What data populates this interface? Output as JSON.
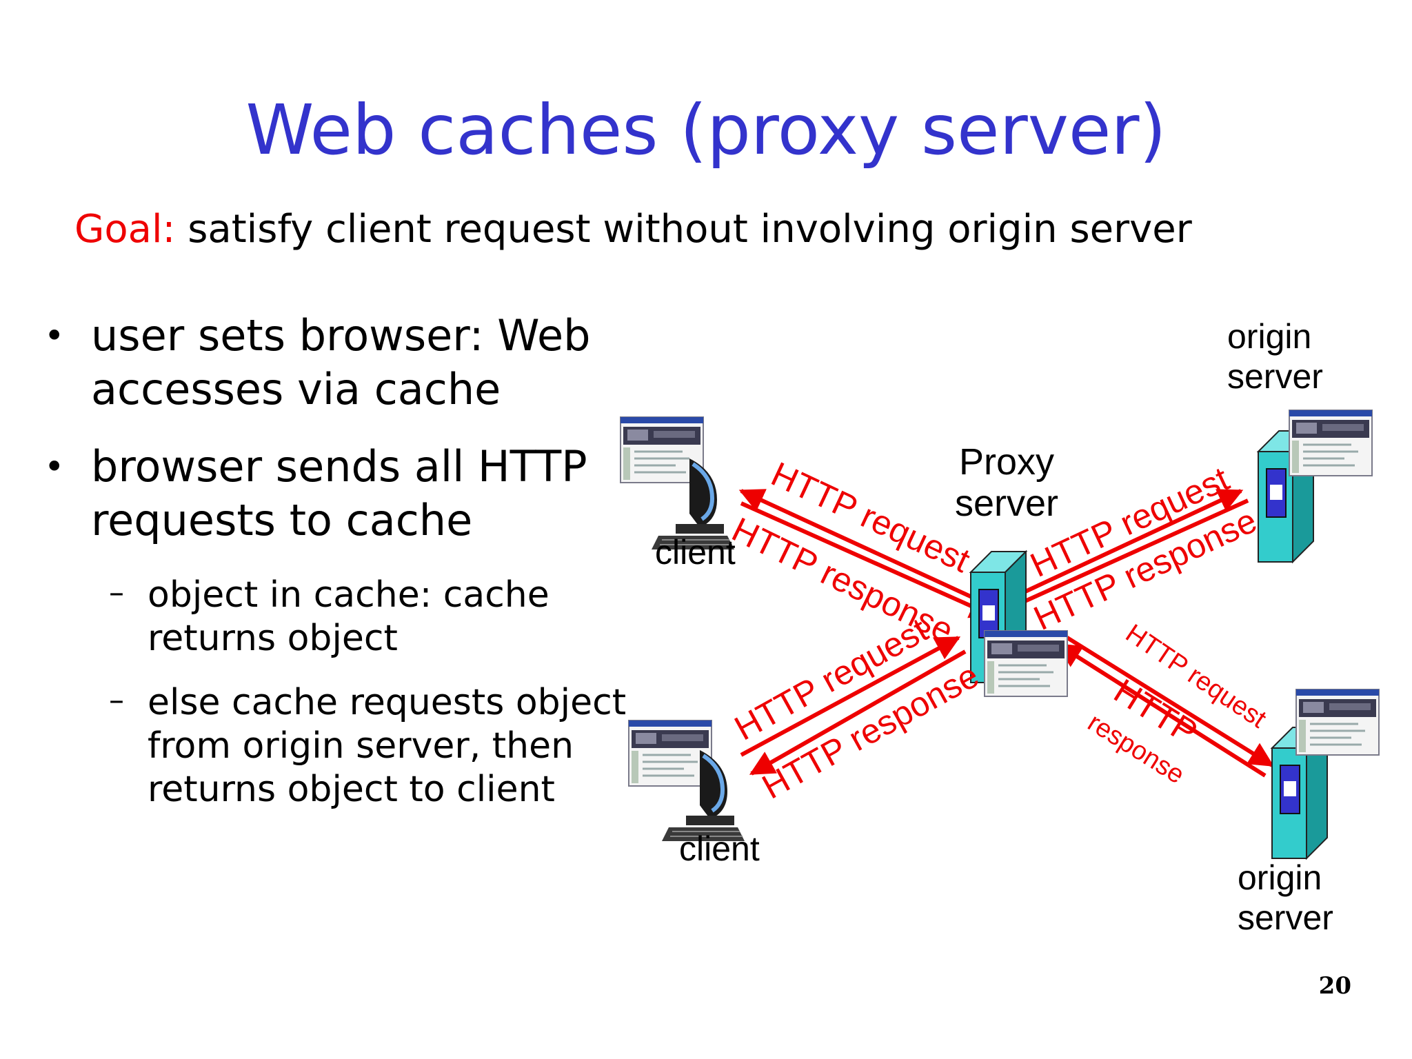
{
  "slide": {
    "title": "Web caches (proxy server)",
    "goal_label": "Goal:",
    "goal_text": " satisfy client request without involving origin server",
    "bullets": [
      {
        "marker": "•",
        "lines": [
          "user sets browser: Web",
          "accesses via cache"
        ]
      },
      {
        "marker": "•",
        "lines": [
          "browser sends all HTTP",
          "requests to cache"
        ]
      }
    ],
    "sub_bullets": [
      {
        "marker": "–",
        "lines": [
          "object in cache: cache",
          "returns object"
        ]
      },
      {
        "marker": "–",
        "lines": [
          "else cache requests object",
          "from origin server, then",
          "returns object to client"
        ]
      }
    ],
    "page_number": "20"
  },
  "diagram": {
    "colors": {
      "arrow": "#ee0000",
      "server_body": "#33cccc",
      "server_badge": "#3333cc"
    },
    "nodes": {
      "proxy_label": [
        "Proxy",
        "server"
      ],
      "client_top_label": "client",
      "client_bottom_label": "client",
      "origin_top_label": [
        "origin",
        "server"
      ],
      "origin_bottom_label": [
        "origin",
        "server"
      ]
    },
    "arrows": {
      "top_left_request": "HTTP request",
      "top_left_response": "HTTP response",
      "top_right_request": "HTTP request",
      "top_right_response": "HTTP response",
      "bottom_left_request": "HTTP request",
      "bottom_left_response": "HTTP response",
      "bottom_right_request": "HTTP request",
      "bottom_right_response_1": "HTTP",
      "bottom_right_response_2": "response"
    }
  }
}
